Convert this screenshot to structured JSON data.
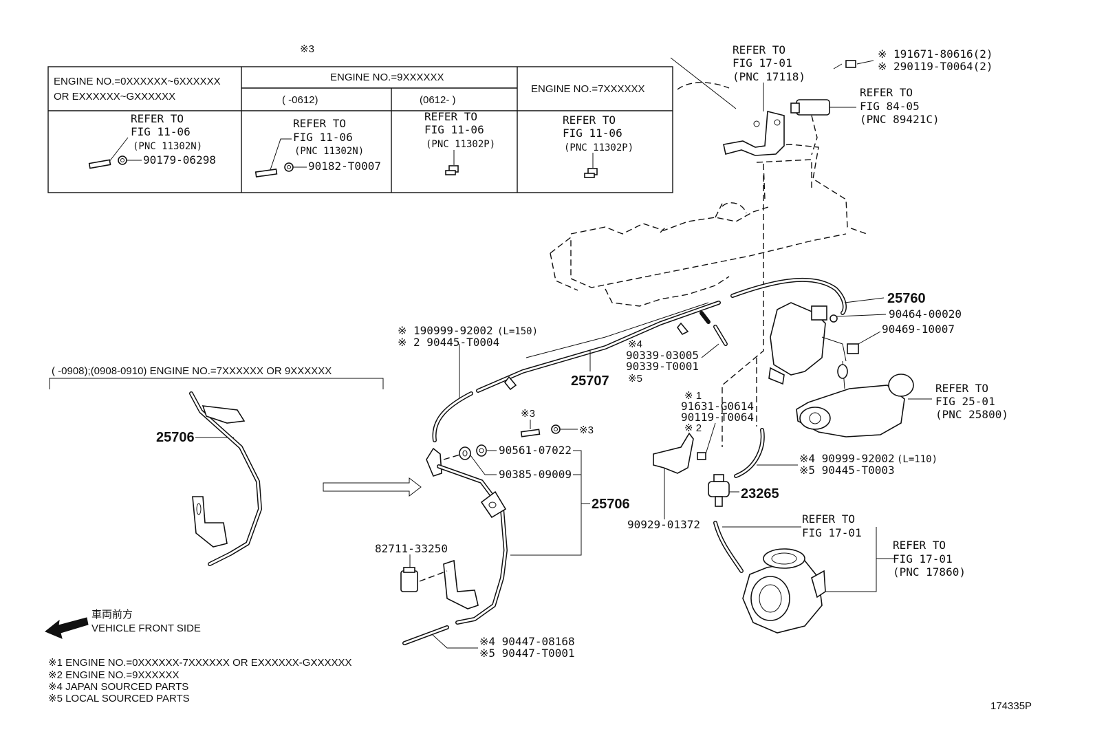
{
  "table": {
    "marker": "※3",
    "col1_line1": "ENGINE NO.=0XXXXXX~6XXXXXX",
    "col1_line2": "OR EXXXXXX~GXXXXXX",
    "col2_header": "ENGINE NO.=9XXXXXX",
    "col2a_sub": "(      -0612)",
    "col2b_sub": "(0612-      )",
    "col3_header": "ENGINE NO.=7XXXXXX",
    "cells": [
      {
        "l1": "REFER TO",
        "l2": "FIG 11-06",
        "l3": "(PNC 11302N)",
        "part": "90179-06298"
      },
      {
        "l1": "REFER TO",
        "l2": "FIG 11-06",
        "l3": "(PNC 11302N)",
        "part": "90182-T0007"
      },
      {
        "l1": "REFER TO",
        "l2": "FIG 11-06",
        "l3": "(PNC 11302P)"
      },
      {
        "l1": "REFER TO",
        "l2": "FIG 11-06",
        "l3": "(PNC 11302P)"
      }
    ]
  },
  "refs": {
    "fig17_top": [
      "REFER TO",
      "FIG 17-01",
      "(PNC 17118)"
    ],
    "fig84": [
      "REFER TO",
      "FIG 84-05",
      "(PNC 89421C)"
    ],
    "fig25": [
      "REFER TO",
      "FIG 25-01",
      "(PNC 25800)"
    ],
    "fig17_mid": [
      "REFER TO",
      "FIG 17-01"
    ],
    "fig17_bot": [
      "REFER TO",
      "FIG 17-01",
      "(PNC 17860)"
    ]
  },
  "labels": {
    "top_right_1": "※ 191671-80616(2)",
    "top_right_2": "※ 290119-T0064(2)",
    "p25760": "25760",
    "p90464": "90464-00020",
    "p90469": "90469-10007",
    "p90999_150_a": "※ 190999-92002",
    "p90999_150_b": "(L=150)",
    "p90445_t0004": "※ 2 90445-T0004",
    "mark4_a": "※4",
    "p90339_03005": "90339-03005",
    "p90339_t0001": "90339-T0001",
    "mark5_a": "※5",
    "p25707": "25707",
    "mark1_b": "※ 1",
    "p91631": "91631-G0614",
    "p90119_b": "90119-T0064",
    "mark2_b": "※ 2",
    "p90999_110_a": "※4 90999-92002",
    "p90999_110_b": "(L=110)",
    "p90445_t0003": "※5 90445-T0003",
    "p23265": "23265",
    "p90929": "90929-01372",
    "mark3_a": "※3",
    "mark3_b": "※3",
    "p90561": "90561-07022",
    "p90385": "90385-09009",
    "p25706_main": "25706",
    "p82711": "82711-33250",
    "p90447_a": "※4 90447-08168",
    "p90447_b": "※5 90447-T0001",
    "inset_header": "(      -0908);(0908-0910) ENGINE NO.=7XXXXXX OR 9XXXXXX",
    "p25706_inset": "25706",
    "front_jp": "車両前方",
    "front_en": "VEHICLE FRONT SIDE",
    "fig_id": "174335P"
  },
  "notes": [
    "※1 ENGINE NO.=0XXXXXX-7XXXXXX OR EXXXXXX-GXXXXXX",
    "※2 ENGINE NO.=9XXXXXX",
    "※4 JAPAN SOURCED PARTS",
    "※5 LOCAL SOURCED PARTS"
  ]
}
